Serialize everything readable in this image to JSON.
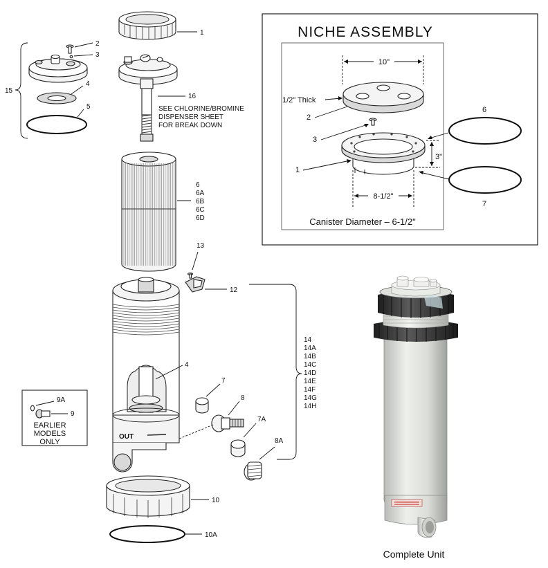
{
  "niche": {
    "title": "NICHE ASSEMBLY",
    "dim_width": "10\"",
    "dim_thick": "1/2\" Thick",
    "dim_height": "3\"",
    "dim_base": "8-1/2\"",
    "canister": "Canister Diameter – 6-1/2\"",
    "callouts": [
      "1",
      "2",
      "3",
      "6",
      "7"
    ]
  },
  "exploded": {
    "c1": "1",
    "c2": "2",
    "c3": "3",
    "c4a": "4",
    "c5": "5",
    "c15": "15",
    "c16": "16",
    "note_lines": [
      "SEE CHLORINE/BROMINE",
      "DISPENSER SHEET",
      "FOR BREAK DOWN"
    ],
    "c6_list": [
      "6",
      "6A",
      "6B",
      "6C",
      "6D"
    ],
    "c13": "13",
    "c12": "12",
    "c4b": "4",
    "c7": "7",
    "c8": "8",
    "c7a": "7A",
    "c8a": "8A",
    "c14_list": [
      "14",
      "14A",
      "14B",
      "14C",
      "14D",
      "14E",
      "14F",
      "14G",
      "14H"
    ],
    "c10": "10",
    "c10a": "10A",
    "out_mark": "OUT"
  },
  "earlier": {
    "c9a": "9A",
    "c9": "9",
    "lines": [
      "EARLIER",
      "MODELS",
      "ONLY"
    ]
  },
  "photo": {
    "caption": "Complete Unit"
  }
}
